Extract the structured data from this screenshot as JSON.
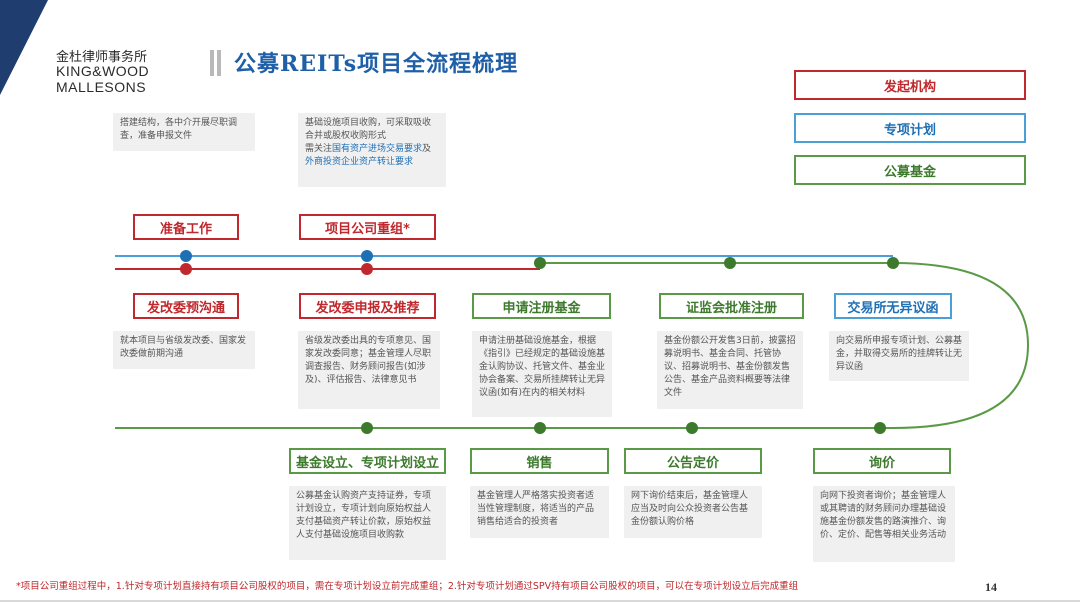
{
  "logo": {
    "cn": "金杜律师事务所",
    "en1": "KING&WOOD",
    "en2": "MALLESONS"
  },
  "title": "公募REITs项目全流程梳理",
  "legend": {
    "red": "发起机构",
    "blue": "专项计划",
    "green": "公募基金"
  },
  "labels": {
    "prep": "准备工作",
    "restructure": "项目公司重组*",
    "ndrc_pre": "发改委预沟通",
    "ndrc_apply": "发改委申报及推荐",
    "fund_register": "申请注册基金",
    "csrc": "证监会批准注册",
    "exchange": "交易所无异议函",
    "fund_setup": "基金设立、专项计划设立",
    "sales": "销售",
    "pricing": "公告定价",
    "inquiry": "询价"
  },
  "notes": {
    "prep": "搭建结构，各中介开展尽职调查，准备申报文件",
    "restructure_1": "基础设施项目收购，可采取吸收合并或股权收购形式",
    "restructure_2": "需关注",
    "restructure_hl1": "国有资产进场交易要求",
    "restructure_3": "及",
    "restructure_hl2": "外商投资企业资产转让要求",
    "ndrc_pre": "就本项目与省级发改委、国家发改委做前期沟通",
    "ndrc_apply": "省级发改委出具的专项意见、国家发改委同意；基金管理人尽职调查报告、财务顾问报告(如涉及)、评估报告、法律意见书",
    "fund_register": "申请注册基础设施基金，根据《指引》已经规定的基础设施基金认购协议、托管文件、基金业协会备案、交易所挂牌转让无异议函(如有)在内的相关材料",
    "csrc": "基金份额公开发售3日前，披露招募说明书、基金合同、托管协议、招募说明书、基金份额发售公告、基金产品资料概要等法律文件",
    "exchange": "向交易所申报专项计划、公募基金，并取得交易所的挂牌转让无异议函",
    "fund_setup": "公募基金认购资产支持证券，专项计划设立，专项计划向原始权益人支付基础资产转让价款，原始权益人支付基础设施项目收购款",
    "sales": "基金管理人严格落实投资者适当性管理制度，将适当的产品销售给适合的投资者",
    "pricing": "网下询价结束后，基金管理人应当及时向公众投资者公告基金份额认购价格",
    "inquiry": "向网下投资者询价；基金管理人或其聘请的财务顾问办理基础设施基金份额发售的路演推介、询价、定价、配售等相关业务活动"
  },
  "footnote": "*项目公司重组过程中，1.针对专项计划直接持有项目公司股权的项目，需在专项计划设立前完成重组；2.针对专项计划通过SPV持有项目公司股权的项目，可以在专项计划设立后完成重组",
  "page_number": "14",
  "colors": {
    "red": "#c0282d",
    "blue": "#4a9fd6",
    "green": "#5a9a47",
    "navy": "#1f3d6e",
    "title": "#1f5fa8"
  }
}
